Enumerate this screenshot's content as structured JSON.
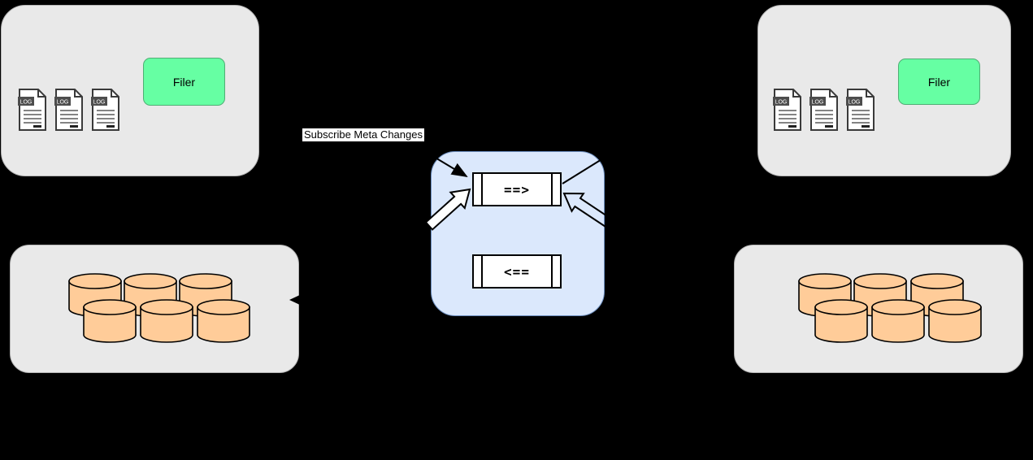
{
  "diagram": {
    "subscribe_label": "Subscribe Meta Changes",
    "log_icon_label": "LOG",
    "left_filer_panel": {
      "filer_label": "Filer"
    },
    "right_filer_panel": {
      "filer_label": "Filer"
    },
    "replicator_panel": {
      "forward_label": "==>",
      "backward_label": "<=="
    },
    "colors": {
      "background": "#000000",
      "panel_gray": "#e9e9e9",
      "panel_border": "#b5b5b5",
      "filer_green": "#66ffa3",
      "filer_border": "#4fae74",
      "replicator_blue": "#dbe8fc",
      "replicator_border": "#6c8ebf",
      "cylinder_orange": "#ffcc99",
      "queue_box_white": "#ffffff",
      "connector_black": "#000000",
      "label_background": "#ffffff"
    }
  }
}
